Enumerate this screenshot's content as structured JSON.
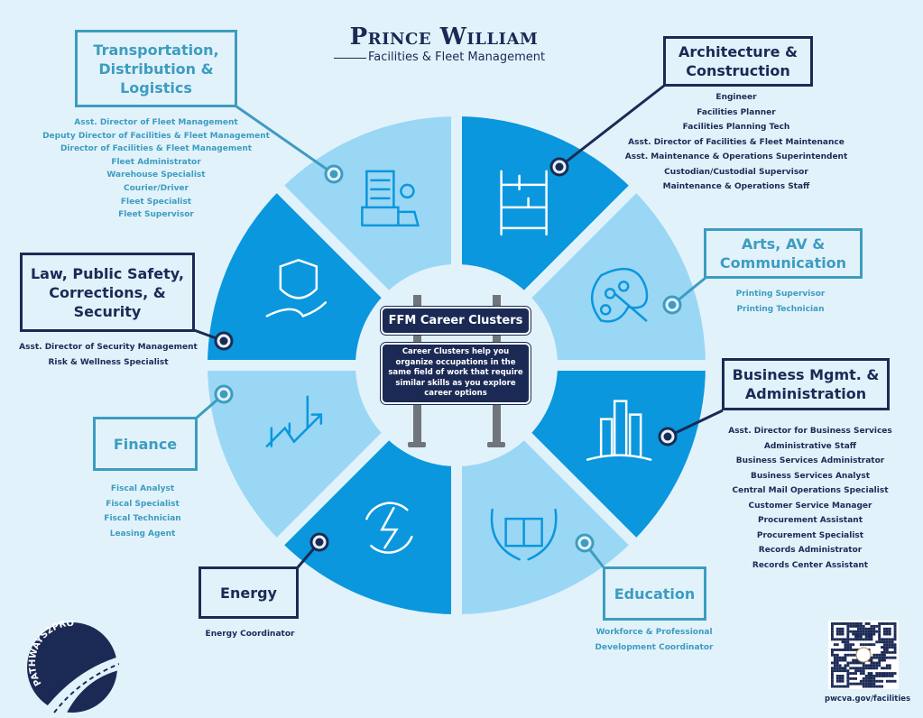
{
  "header": {
    "title": "Prince William",
    "subtitle": "Facilities & Fleet Management"
  },
  "sign": {
    "title": "FFM Career Clusters",
    "description": "Career Clusters help you organize occupations in the same field of work that require similar skills as you explore career options"
  },
  "colors": {
    "navy": "#1b2a55",
    "teal": "#3d9cc0",
    "segment_dark": "#0a97dd",
    "segment_light": "#9ad7f5",
    "background": "#e2f2fb"
  },
  "clusters": [
    {
      "title": "Transportation, Distribution & Logistics",
      "icon": "truck-clipboard-icon",
      "jobs": [
        "Asst. Director of Fleet Management",
        "Deputy Director of Facilities & Fleet Management",
        "Director of Facilities & Fleet Management",
        "Fleet Administrator",
        "Warehouse Specialist",
        "Courier/Driver",
        "Fleet Specialist",
        "Fleet Supervisor"
      ]
    },
    {
      "title": "Architecture & Construction",
      "icon": "scaffolding-icon",
      "jobs": [
        "Engineer",
        "Facilities Planner",
        "Facilities Planning Tech",
        "Asst. Director of Facilities & Fleet Maintenance",
        "Asst. Maintenance & Operations Superintendent",
        "Custodian/Custodial Supervisor",
        "Maintenance & Operations Staff"
      ]
    },
    {
      "title": "Arts, AV & Communication",
      "icon": "paint-palette-icon",
      "jobs": [
        "Printing Supervisor",
        "Printing Technician"
      ]
    },
    {
      "title": "Law, Public Safety, Corrections, & Security",
      "icon": "shield-hand-icon",
      "jobs": [
        "Asst. Director of Security Management",
        "Risk & Wellness Specialist"
      ]
    },
    {
      "title": "Finance",
      "icon": "growth-chart-icon",
      "jobs": [
        "Fiscal Analyst",
        "Fiscal Specialist",
        "Fiscal Technician",
        "Leasing Agent"
      ]
    },
    {
      "title": "Business Mgmt. & Administration",
      "icon": "buildings-icon",
      "jobs": [
        "Asst. Director for Business Services",
        "Administrative Staff",
        "Business Services Administrator",
        "Business Services Analyst",
        "Central Mail Operations Specialist",
        "Customer Service Manager",
        "Procurement Assistant",
        "Procurement Specialist",
        "Records Administrator",
        "Records Center Assistant"
      ]
    },
    {
      "title": "Energy",
      "icon": "lightning-cycle-icon",
      "jobs": [
        "Energy Coordinator"
      ]
    },
    {
      "title": "Education",
      "icon": "book-laurel-icon",
      "jobs": [
        "Workforce & Professional",
        "Development Coordinator"
      ]
    }
  ],
  "footer": {
    "logo_text": "PATHWAYS2PRO",
    "url": "pwcva.gov/facilities"
  }
}
